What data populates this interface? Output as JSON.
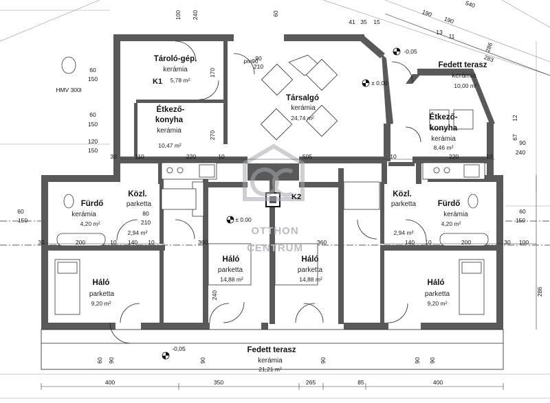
{
  "watermark": {
    "line1": "OTTHON",
    "line2": "CENTRUM",
    "logo": "oc-monogram"
  },
  "rooms": {
    "utility": {
      "name": "Tároló-gép.",
      "material": "kerámia",
      "area": "5,78 m²"
    },
    "kitchen_left": {
      "name": "Étkező-",
      "name2": "konyha",
      "material": "kerámia",
      "area": "10,47 m²"
    },
    "lounge": {
      "name": "Társalgó",
      "material": "kerámia",
      "area": "24,74 m²"
    },
    "covered_terrace_top": {
      "name": "Fedett terasz",
      "material": "kerámia",
      "area": "10,00 m²"
    },
    "kitchen_right": {
      "name": "Étkező-",
      "name2": "konyha",
      "material": "kerámia",
      "area": "8,46 m²"
    },
    "bath_left": {
      "name": "Fürdő",
      "material": "kerámia",
      "area": "4,20 m²"
    },
    "hall_left": {
      "name": "Közl.",
      "material": "parketta",
      "area": "2,94 m²"
    },
    "hall_right": {
      "name": "Közl.",
      "material": "parketta",
      "area": "2,94 m²"
    },
    "bath_right": {
      "name": "Fürdő",
      "material": "kerámia",
      "area": "4,20 m²"
    },
    "bedroom_1": {
      "name": "Háló",
      "material": "parketta",
      "area": "9,20 m²"
    },
    "bedroom_2": {
      "name": "Háló",
      "material": "parketta",
      "area": "14,88 m²"
    },
    "bedroom_3": {
      "name": "Háló",
      "material": "parketta",
      "area": "14,88 m²"
    },
    "bedroom_4": {
      "name": "Háló",
      "material": "parketta",
      "area": "9,20 m²"
    },
    "covered_terrace_bottom": {
      "name": "Fedett terasz",
      "material": "kerámia",
      "area": "21,21 m²"
    }
  },
  "tags": {
    "k1": "K1",
    "k2": "K2",
    "pm90": "pm90",
    "boiler": "HMV 300l"
  },
  "levels": {
    "zero": "± 0.00",
    "terrace_top": "-0,05",
    "terrace_bottom": "-0,05"
  },
  "dimensions": {
    "bottom_row": [
      "400",
      "350",
      "265",
      "85",
      "400"
    ],
    "mid_left": [
      "360",
      "360"
    ],
    "kitchen_left_row": [
      "30",
      "110",
      "220",
      "10",
      "505",
      "10",
      "220",
      "10"
    ],
    "bath_row_left": [
      "30",
      "200",
      "10",
      "140",
      "10"
    ],
    "bath_row_right": [
      "140",
      "10",
      "200",
      "30",
      "100"
    ],
    "side_left": [
      "60",
      "150",
      "60",
      "150",
      "120",
      "150",
      "60",
      "150"
    ],
    "side_right": [
      "90",
      "240",
      "60",
      "150",
      "286"
    ],
    "top": [
      "100",
      "240",
      "60",
      "15",
      "41",
      "35",
      "190",
      "190",
      "540",
      "13",
      "11"
    ],
    "door_labels": [
      "90",
      "210",
      "80",
      "210",
      "270",
      "170",
      "240",
      "60",
      "90",
      "90",
      "90",
      "90",
      "90"
    ],
    "angles": [
      "12",
      "67",
      "286",
      "283"
    ]
  }
}
